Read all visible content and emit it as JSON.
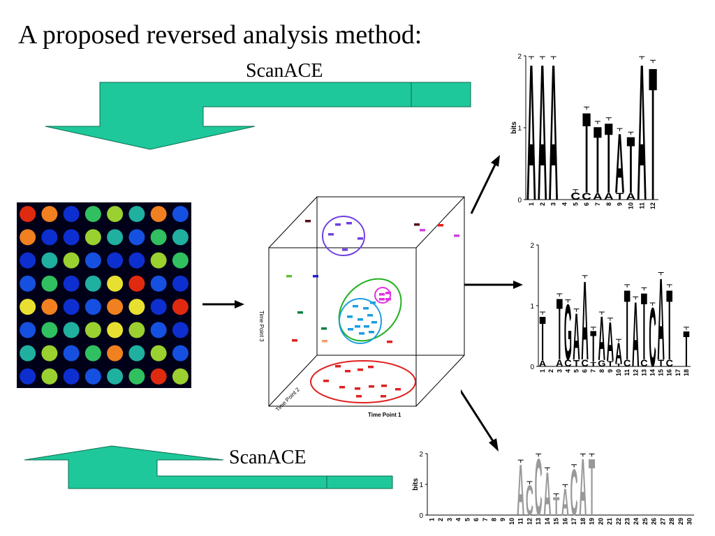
{
  "title": "A proposed reversed analysis method:",
  "arrows": {
    "top_label": "ScanACE",
    "bottom_label": "ScanACE",
    "color": "#1ec89a"
  },
  "microarray": {
    "rows": 8,
    "cols": 8,
    "background": "#000018"
  },
  "cube": {
    "x_axis_label": "Time Point 1",
    "y_axis_label": "Time Point 2",
    "z_axis_label": "Time Point 3",
    "cluster_colors": [
      "#7040e0",
      "#20b020",
      "#1a9ee0",
      "#e030e0",
      "#e02020"
    ]
  },
  "logos": [
    {
      "y_axis_label": "bits",
      "y_ticks": [
        "0",
        "1",
        "2"
      ],
      "positions": [
        "1",
        "2",
        "3",
        "4",
        "5",
        "6",
        "7",
        "8",
        "9",
        "10",
        "11",
        "12"
      ],
      "letters": [
        "A",
        "A",
        "A",
        "",
        "C",
        "T",
        "T",
        "T",
        "A",
        "T",
        "A",
        "T"
      ],
      "sub_letters": [
        "",
        "",
        "",
        "",
        "",
        "C",
        "A",
        "A",
        "T",
        "A",
        "",
        ""
      ],
      "heights": [
        1.95,
        1.95,
        1.95,
        0.02,
        0.1,
        1.25,
        1.05,
        1.1,
        0.95,
        0.9,
        1.95,
        1.9
      ]
    },
    {
      "y_axis_label": "",
      "y_ticks": [
        "0",
        "1",
        "2"
      ],
      "positions": [
        "1",
        "2",
        "3",
        "4",
        "5",
        "6",
        "7",
        "8",
        "9",
        "10",
        "11",
        "12",
        "13",
        "14",
        "15",
        "16",
        "17",
        "18"
      ],
      "letters": [
        "T",
        "",
        "T",
        "G",
        "A",
        "A",
        "T",
        "A",
        "A",
        "A",
        "T",
        "A",
        "T",
        "C",
        "A",
        "T",
        "",
        "T"
      ],
      "sub_letters": [
        "A",
        "",
        "A",
        "C",
        "T",
        "C",
        "T",
        "G",
        "T",
        "T",
        "C",
        "",
        "C",
        "",
        "T",
        "C",
        "",
        ""
      ],
      "heights": [
        0.85,
        0.1,
        1.15,
        1.05,
        0.9,
        1.45,
        0.6,
        0.85,
        0.75,
        0.4,
        1.3,
        1.1,
        1.25,
        1.0,
        1.5,
        1.3,
        0.1,
        0.6
      ]
    },
    {
      "y_axis_label": "bits",
      "y_ticks": [
        "0",
        "1",
        "2"
      ],
      "positions": [
        "1",
        "2",
        "3",
        "4",
        "5",
        "6",
        "7",
        "8",
        "9",
        "10",
        "11",
        "12",
        "13",
        "14",
        "15",
        "16",
        "17",
        "18",
        "19",
        "20",
        "21",
        "22",
        "23",
        "24",
        "25",
        "26",
        "27",
        "28",
        "29",
        "30"
      ],
      "letters": [
        "",
        "",
        "",
        "",
        "",
        "",
        "",
        "",
        "",
        "",
        "A",
        "C",
        "C",
        "A",
        "T",
        "A",
        "C",
        "A",
        "T",
        "",
        "",
        "",
        "",
        "",
        "",
        "",
        "",
        "",
        "",
        ""
      ],
      "heights": [
        0.05,
        0.05,
        0.05,
        0.12,
        0.3,
        0.1,
        0.15,
        0.12,
        0.1,
        0.25,
        1.7,
        1.0,
        1.9,
        1.45,
        0.6,
        0.9,
        1.55,
        1.9,
        1.9,
        1.85,
        0.25,
        0.3,
        0.05,
        0.05,
        0.05,
        0.05,
        0.08,
        0.05,
        0.05,
        0.05
      ]
    }
  ]
}
